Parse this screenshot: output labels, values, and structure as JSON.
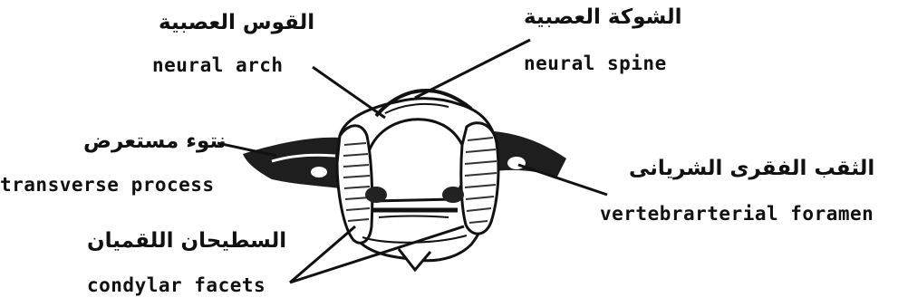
{
  "labels": {
    "neural_arch": {
      "ar": "القوس العصبية",
      "en": "neural arch"
    },
    "neural_spine": {
      "ar": "الشوكة العصبية",
      "en": "neural spine"
    },
    "transverse_process": {
      "ar": "نتوء مستعرض",
      "en": "transverse process"
    },
    "vertebrarterial_foramen": {
      "ar": "الثقب الفقرى الشريانى",
      "en": "vertebrarterial foramen"
    },
    "condylar_facets": {
      "ar": "السطيحان اللقميان",
      "en": "condylar facets"
    }
  },
  "colors": {
    "ink": "#111111",
    "paper": "#ffffff",
    "shade": "#2a2a2a"
  }
}
